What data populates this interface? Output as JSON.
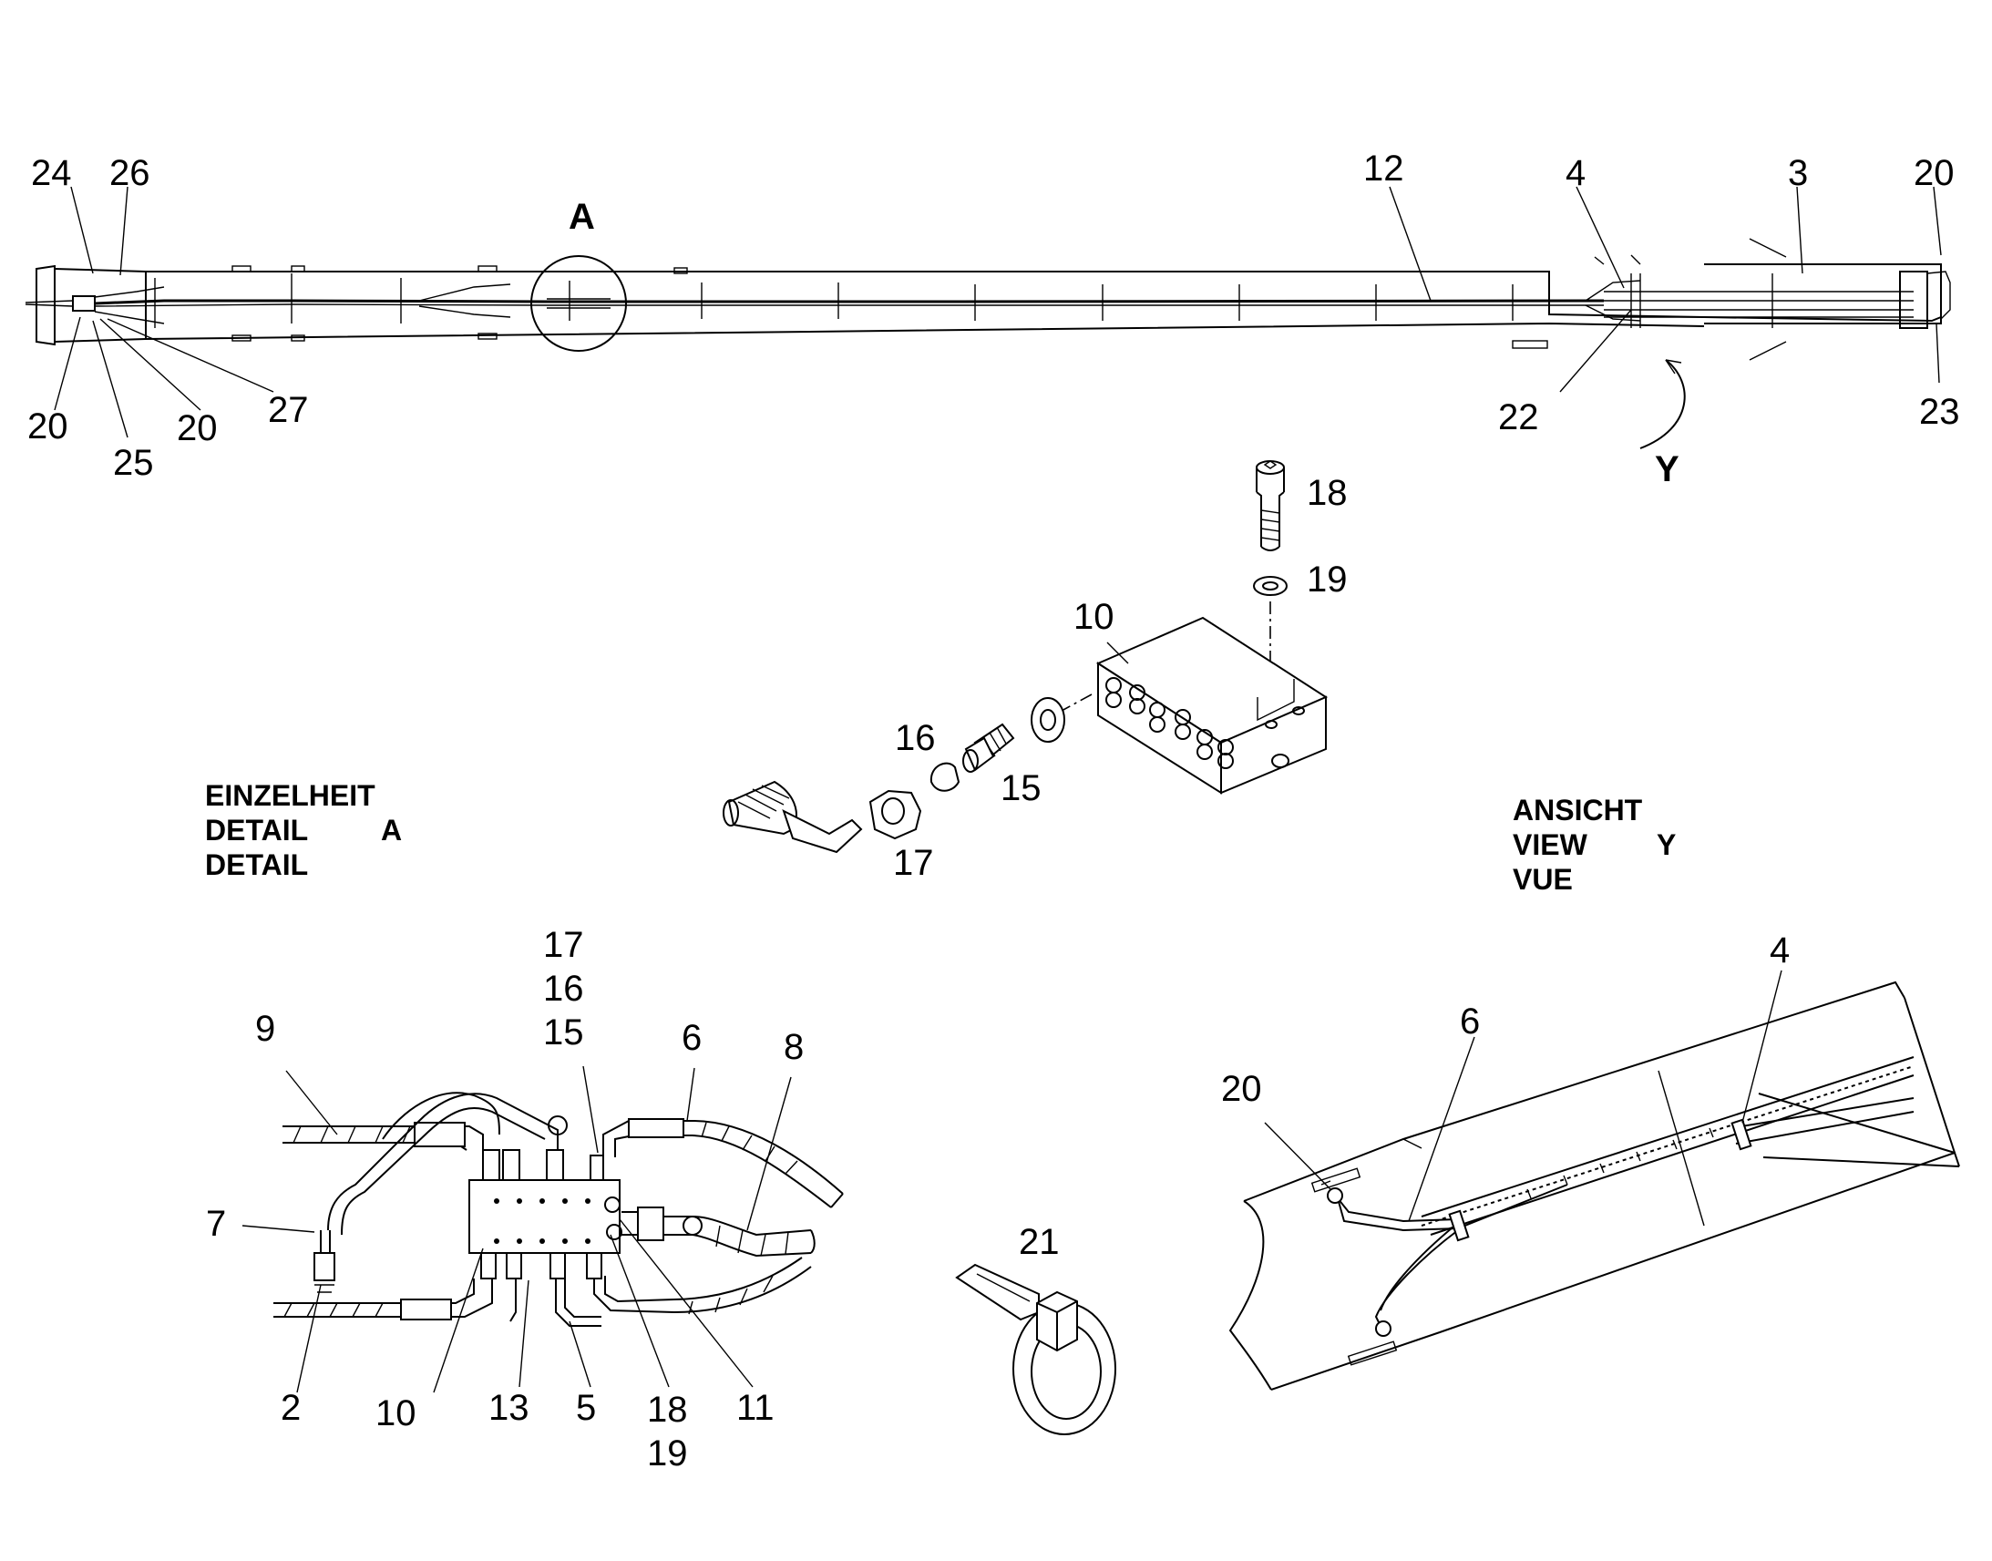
{
  "labels": {
    "l24": "24",
    "l26": "26",
    "l20a": "20",
    "l25": "25",
    "l20b": "20",
    "l27": "27",
    "lA": "A",
    "l12": "12",
    "l4": "4",
    "l3": "3",
    "l20c": "20",
    "l22": "22",
    "l23": "23",
    "lY": "Y",
    "l18": "18",
    "l19": "19",
    "l10": "10",
    "l16": "16",
    "l15": "15",
    "l17": "17",
    "d17": "17",
    "d16": "16",
    "d15": "15",
    "d9": "9",
    "d6": "6",
    "d8": "8",
    "d7": "7",
    "d2": "2",
    "d10": "10",
    "d13": "13",
    "d5": "5",
    "d18": "18",
    "d19": "19",
    "d11": "11",
    "l21": "21",
    "v4": "4",
    "v6": "6",
    "v20": "20"
  },
  "captions": {
    "detail": {
      "line1": "EINZELHEIT",
      "line2": "DETAIL",
      "line3": "DETAIL",
      "ref": "A"
    },
    "view": {
      "line1": "ANSICHT",
      "line2": "VIEW",
      "line3": "VUE",
      "ref": "Y"
    }
  }
}
